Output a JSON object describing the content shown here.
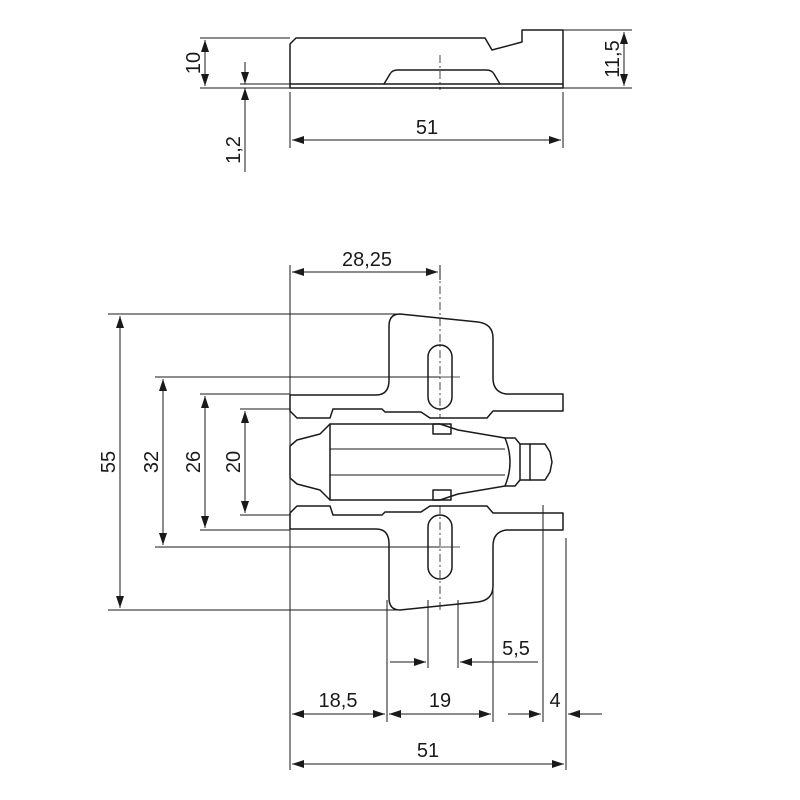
{
  "side_view": {
    "thickness_label": "10",
    "plate_label": "1,2",
    "height_label": "11,5",
    "width_label": "51"
  },
  "top_view": {
    "slot_offset_label": "28,25",
    "height_label": "55",
    "outer_spacing_label": "32",
    "mid_spacing_label": "26",
    "inner_spacing_label": "20",
    "slot_spacing_label": "5,5",
    "left_offset_label": "18,5",
    "center_width_label": "19",
    "edge_offset_label": "4",
    "width_label": "51"
  }
}
